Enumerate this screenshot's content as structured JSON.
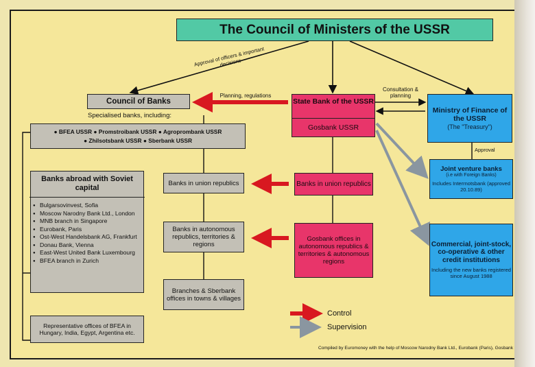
{
  "title": "The Council of Ministers of the USSR",
  "labels": {
    "approval": "Approval of officers & important decisions",
    "planning": "Planning, regulations",
    "consultation": "Consultation & planning",
    "approval_small": "Approval"
  },
  "council_of_banks": "Council of Banks",
  "specialised_label": "Specialised banks, including:",
  "specialised_row_1": "● BFEA USSR  ● Promstroibank USSR  ● Agroprombank USSR",
  "specialised_row_2": "● Zhilsotsbank USSR  ● Sberbank USSR",
  "state_bank": {
    "title": "State Bank of the USSR",
    "subtitle": "Gosbank USSR"
  },
  "ministry": {
    "title": "Ministry of Finance of the USSR",
    "subtitle": "(The \"Treasury\")"
  },
  "joint_venture": {
    "title": "Joint venture banks",
    "sub": "(i.e with Foreign Banks)",
    "note": "Includes Interrnotsbank (approved 20.10.89)"
  },
  "commercial": {
    "title": "Commercial, joint-stock, co-operative & other credit institutions",
    "note": "Including the new banks registered since August 1988"
  },
  "red_union": "Banks in union republics",
  "red_offices": "Gosbank offices in autonomous republics & territories & autonomous regions",
  "banks_abroad": {
    "title": "Banks abroad with Soviet capital",
    "items": [
      "Bulgarsovinvest, Sofia",
      "Moscow Narodny Bank Ltd., London",
      "MNB branch in Singapore",
      "Eurobank, Paris",
      "Ost-West Handelsbank AG, Frankfurt",
      "Donau Bank, Vienna",
      "East-West United Bank Luxembourg",
      "BFEA branch in Zurich"
    ]
  },
  "representative": "Representative offices of BFEA in Hungary, India, Egypt, Argentina etc.",
  "grey_union": "Banks in union republics",
  "grey_autonomous": "Banks in autonomous republics, territories & regions",
  "grey_branches": "Branches & Sberbank offices in towns & villages",
  "legend": {
    "control": "Control",
    "supervision": "Supervision"
  },
  "credit": "Compiled by Euromoney with the help of Moscow Narodny Bank Ltd., Eurobank (Paris), Gosbank"
}
